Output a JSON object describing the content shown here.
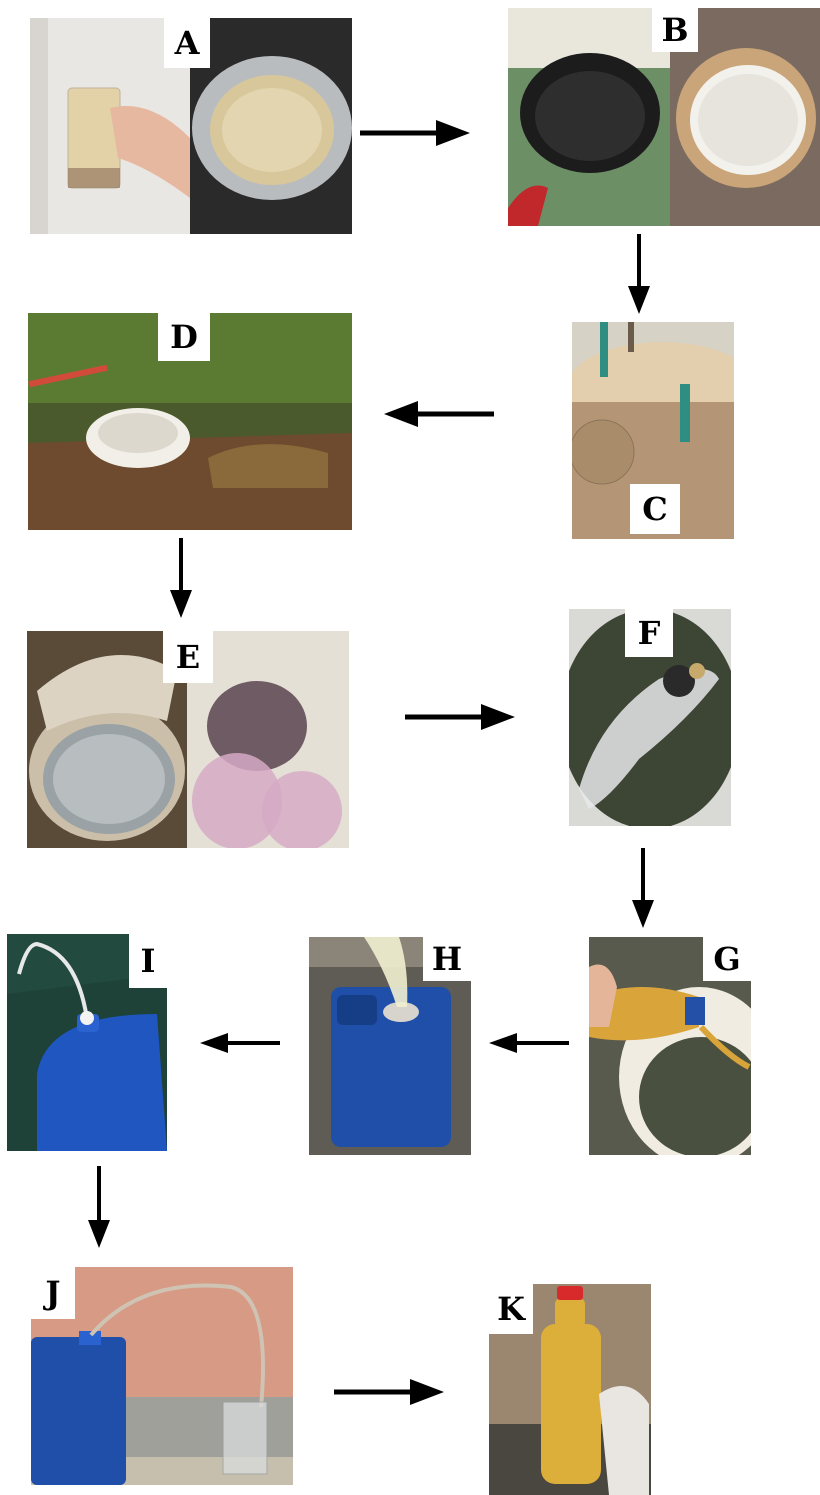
{
  "panels": [
    {
      "id": "A",
      "label": "A"
    },
    {
      "id": "B",
      "label": "B"
    },
    {
      "id": "C",
      "label": "C"
    },
    {
      "id": "D",
      "label": "D"
    },
    {
      "id": "E",
      "label": "E"
    },
    {
      "id": "F",
      "label": "F"
    },
    {
      "id": "G",
      "label": "G"
    },
    {
      "id": "H",
      "label": "H"
    },
    {
      "id": "I",
      "label": "I"
    },
    {
      "id": "J",
      "label": "J"
    },
    {
      "id": "K",
      "label": "K"
    }
  ],
  "flow": [
    {
      "from": "A",
      "to": "B"
    },
    {
      "from": "B",
      "to": "C"
    },
    {
      "from": "C",
      "to": "D"
    },
    {
      "from": "D",
      "to": "E"
    },
    {
      "from": "E",
      "to": "F"
    },
    {
      "from": "F",
      "to": "G"
    },
    {
      "from": "G",
      "to": "H"
    },
    {
      "from": "H",
      "to": "I"
    },
    {
      "from": "I",
      "to": "J"
    },
    {
      "from": "J",
      "to": "K"
    }
  ],
  "colors": {
    "arrow": "#000000",
    "label_bg": "#ffffff",
    "jug_blue": "#1f4fa8",
    "liquid_amber": "#d9a43a"
  }
}
